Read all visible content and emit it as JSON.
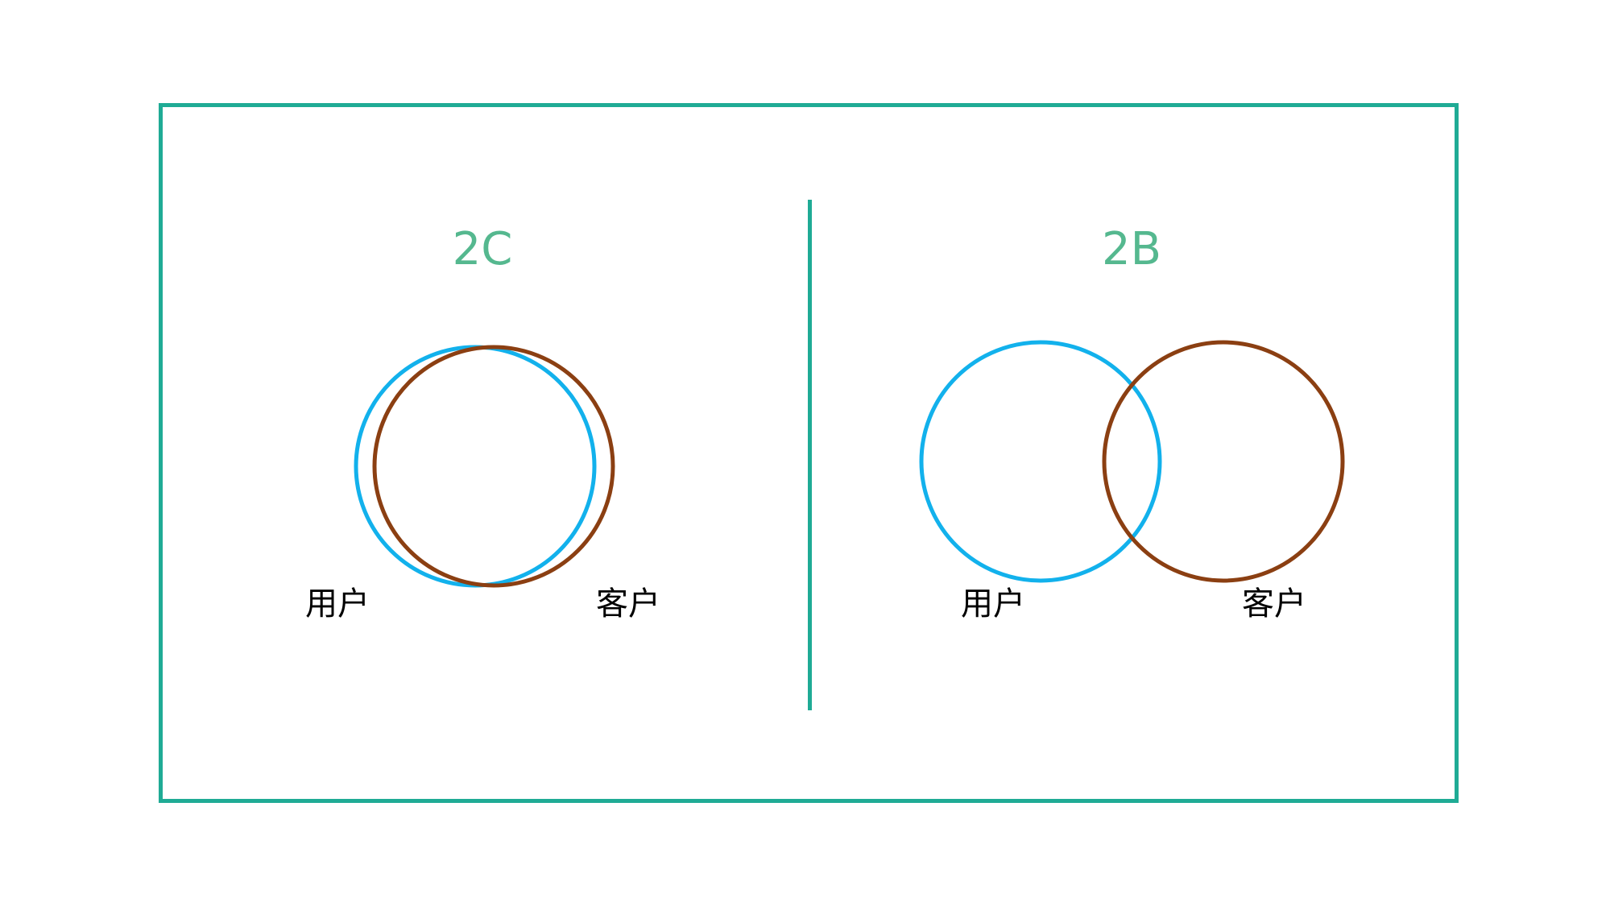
{
  "colors": {
    "frame": "#1fab95",
    "heading": "#55b88f",
    "user_circle": "#12b1ec",
    "customer_circle": "#8b3f12",
    "label": "#000000"
  },
  "left_panel": {
    "title": "2C",
    "set_a_label": "用户",
    "set_b_label": "客户"
  },
  "right_panel": {
    "title": "2B",
    "set_a_label": "用户",
    "set_b_label": "客户"
  }
}
